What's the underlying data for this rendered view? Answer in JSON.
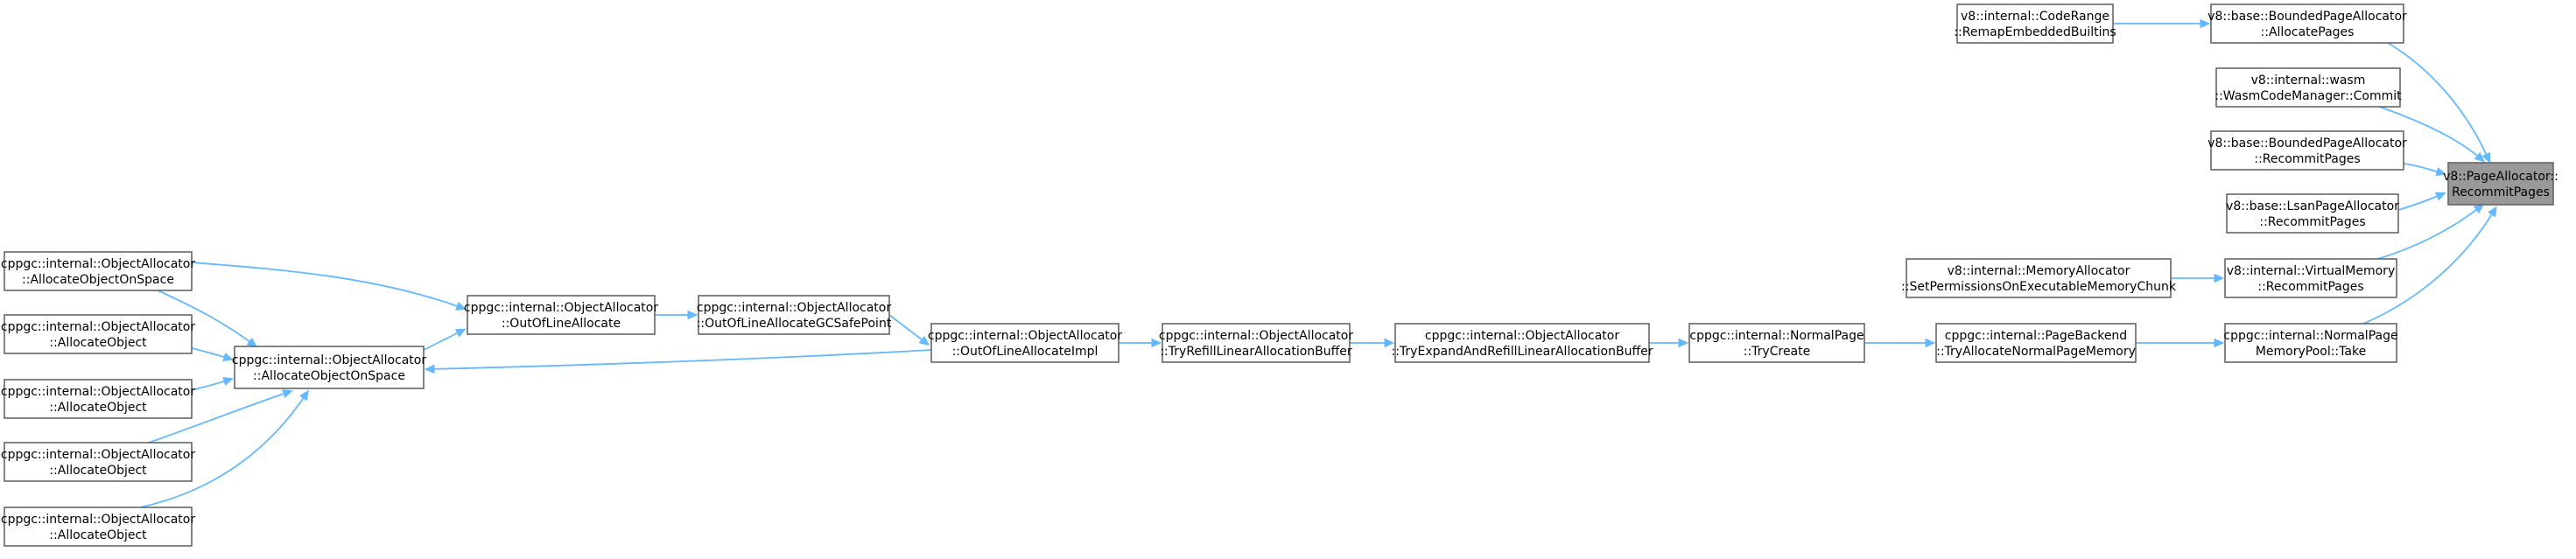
{
  "graph": {
    "title": "",
    "colors": {
      "edge": "#63b8ff",
      "node_border": "#666666",
      "root_fill": "#999999",
      "node_fill": "#ffffff"
    },
    "nodes": [
      {
        "id": "root",
        "lines": [
          "v8::PageAllocator::",
          "RecommitPages"
        ],
        "root": true
      },
      {
        "id": "bpa_alloc",
        "lines": [
          "v8::base::BoundedPageAllocator",
          "::AllocatePages"
        ]
      },
      {
        "id": "coderange",
        "lines": [
          "v8::internal::CodeRange",
          "::RemapEmbeddedBuiltins"
        ]
      },
      {
        "id": "wasm",
        "lines": [
          "v8::internal::wasm",
          "::WasmCodeManager::Commit"
        ]
      },
      {
        "id": "bpa_recommit",
        "lines": [
          "v8::base::BoundedPageAllocator",
          "::RecommitPages"
        ]
      },
      {
        "id": "lsan",
        "lines": [
          "v8::base::LsanPageAllocator",
          "::RecommitPages"
        ]
      },
      {
        "id": "vm_recommit",
        "lines": [
          "v8::internal::VirtualMemory",
          "::RecommitPages"
        ]
      },
      {
        "id": "memalloc",
        "lines": [
          "v8::internal::MemoryAllocator",
          "::SetPermissionsOnExecutableMemoryChunk"
        ]
      },
      {
        "id": "pool_take",
        "lines": [
          "cppgc::internal::NormalPage",
          "MemoryPool::Take"
        ]
      },
      {
        "id": "pb_try",
        "lines": [
          "cppgc::internal::PageBackend",
          "::TryAllocateNormalPageMemory"
        ]
      },
      {
        "id": "np_create",
        "lines": [
          "cppgc::internal::NormalPage",
          "::TryCreate"
        ]
      },
      {
        "id": "oa_expand",
        "lines": [
          "cppgc::internal::ObjectAllocator",
          "::TryExpandAndRefillLinearAllocationBuffer"
        ]
      },
      {
        "id": "oa_refill",
        "lines": [
          "cppgc::internal::ObjectAllocator",
          "::TryRefillLinearAllocationBuffer"
        ]
      },
      {
        "id": "oa_impl",
        "lines": [
          "cppgc::internal::ObjectAllocator",
          "::OutOfLineAllocateImpl"
        ]
      },
      {
        "id": "oa_gcsafe",
        "lines": [
          "cppgc::internal::ObjectAllocator",
          "::OutOfLineAllocateGCSafePoint"
        ]
      },
      {
        "id": "oa_outofline",
        "lines": [
          "cppgc::internal::ObjectAllocator",
          "::OutOfLineAllocate"
        ]
      },
      {
        "id": "oa_onspace_mid",
        "lines": [
          "cppgc::internal::ObjectAllocator",
          "::AllocateObjectOnSpace"
        ]
      },
      {
        "id": "oa_onspace_left",
        "lines": [
          "cppgc::internal::ObjectAllocator",
          "::AllocateObjectOnSpace"
        ]
      },
      {
        "id": "oa_obj1",
        "lines": [
          "cppgc::internal::ObjectAllocator",
          "::AllocateObject"
        ]
      },
      {
        "id": "oa_obj2",
        "lines": [
          "cppgc::internal::ObjectAllocator",
          "::AllocateObject"
        ]
      },
      {
        "id": "oa_obj3",
        "lines": [
          "cppgc::internal::ObjectAllocator",
          "::AllocateObject"
        ]
      },
      {
        "id": "oa_obj4",
        "lines": [
          "cppgc::internal::ObjectAllocator",
          "::AllocateObject"
        ]
      }
    ],
    "edges": [
      {
        "from": "bpa_alloc",
        "to": "root"
      },
      {
        "from": "coderange",
        "to": "bpa_alloc"
      },
      {
        "from": "wasm",
        "to": "root"
      },
      {
        "from": "bpa_recommit",
        "to": "root"
      },
      {
        "from": "lsan",
        "to": "root"
      },
      {
        "from": "vm_recommit",
        "to": "root"
      },
      {
        "from": "memalloc",
        "to": "vm_recommit"
      },
      {
        "from": "pool_take",
        "to": "root"
      },
      {
        "from": "pb_try",
        "to": "pool_take"
      },
      {
        "from": "np_create",
        "to": "pb_try"
      },
      {
        "from": "oa_expand",
        "to": "np_create"
      },
      {
        "from": "oa_refill",
        "to": "oa_expand"
      },
      {
        "from": "oa_impl",
        "to": "oa_refill"
      },
      {
        "from": "oa_gcsafe",
        "to": "oa_impl"
      },
      {
        "from": "oa_outofline",
        "to": "oa_gcsafe"
      },
      {
        "from": "oa_onspace_mid",
        "to": "oa_outofline"
      },
      {
        "from": "oa_onspace_left",
        "to": "oa_outofline"
      },
      {
        "from": "oa_impl",
        "to": "oa_onspace_mid"
      },
      {
        "from": "oa_onspace_left",
        "to": "oa_onspace_mid"
      },
      {
        "from": "oa_obj1",
        "to": "oa_onspace_mid"
      },
      {
        "from": "oa_obj2",
        "to": "oa_onspace_mid"
      },
      {
        "from": "oa_obj3",
        "to": "oa_onspace_mid"
      },
      {
        "from": "oa_obj4",
        "to": "oa_onspace_mid"
      }
    ]
  }
}
